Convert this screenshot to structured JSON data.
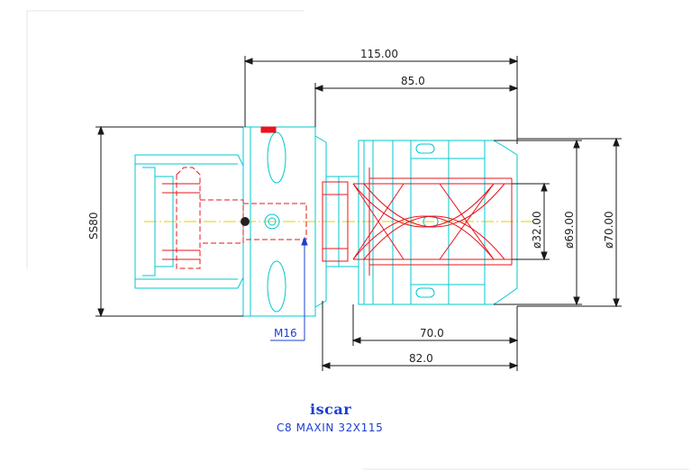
{
  "drawing": {
    "dimensions": {
      "overall_length": "115.00",
      "body_length": "85.0",
      "shank_diameter": "SS80",
      "bore_diameter": "ø32.00",
      "nose_diameter": "ø69.00",
      "body_diameter": "ø70.00",
      "nose_length": "70.0",
      "length_82": "82.0"
    },
    "thread_label": "M16",
    "logo_text": "iscar",
    "product_name": "C8 MAXIN 32X115"
  },
  "colors": {
    "outline": "#00c8d2",
    "cutaway": "#e8141e",
    "dimension": "#1a1a1a",
    "leader_blue": "#1c3fcf",
    "centerline": "#e0d000"
  }
}
